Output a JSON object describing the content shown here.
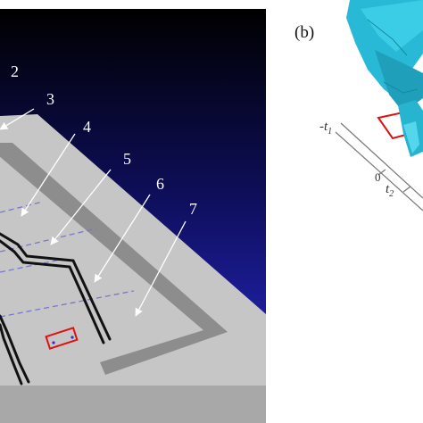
{
  "panel_b_label": "(b)",
  "callouts": [
    "2",
    "3",
    "4",
    "5",
    "6",
    "7"
  ],
  "axis": {
    "neg_t1_prefix": "-t",
    "neg_t1_sub": "1",
    "zero": "0",
    "t2_main": "t",
    "t2_sub": "2"
  },
  "colors": {
    "background_top": "#000000",
    "background_bottom": "#2b2bd8",
    "substrate": "#c4c4c4",
    "track": "#8c8c8c",
    "dashed_line": "#7777cc",
    "rectangle": "#e01010",
    "swallow": "#26b8d4"
  }
}
